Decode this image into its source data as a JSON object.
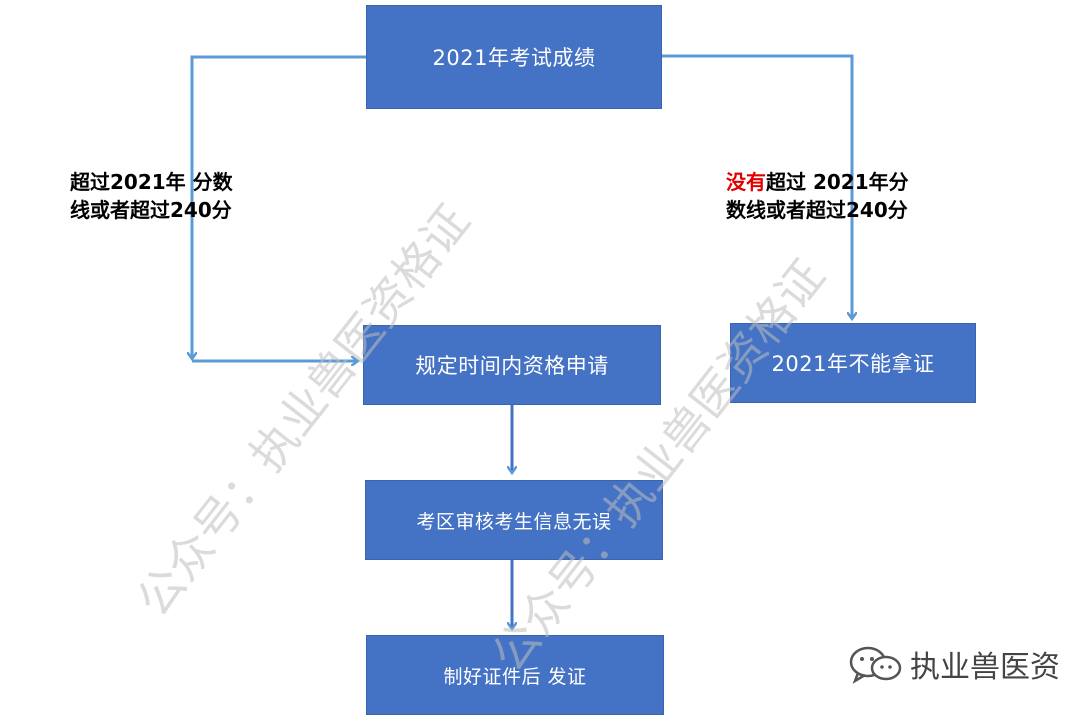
{
  "nodes": {
    "score": "2021年考试成绩",
    "apply": "规定时间内资格申请",
    "no_cert": "2021年不能拿证",
    "review": "考区审核考生信息无误",
    "issue": "制好证件后 发证"
  },
  "edges": {
    "pass_line1": "超过2021年  分数",
    "pass_line2": "线或者超过240分",
    "fail_neg": "没有",
    "fail_line1_rest": "超过  2021年分",
    "fail_line2": "数线或者超过240分"
  },
  "watermark": {
    "text": "公众号：执业兽医资格证",
    "brand": "执业兽医资"
  },
  "colors": {
    "box_fill": "#4472C4",
    "connector": "#5B9BD5",
    "negation_text": "#E00000"
  }
}
